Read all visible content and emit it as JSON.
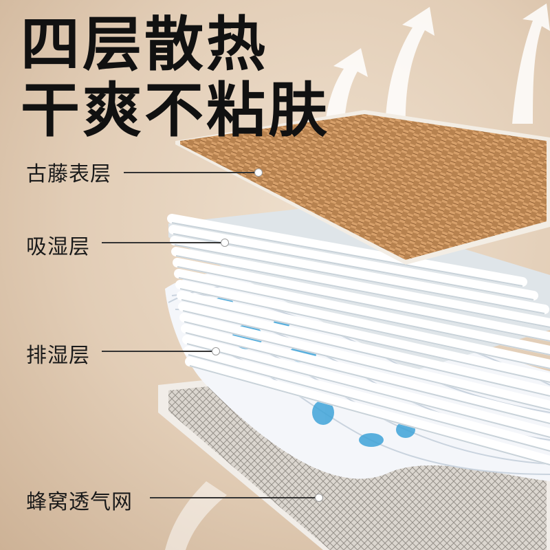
{
  "headline": {
    "line1": "四层散热",
    "line2": "干爽不粘肤"
  },
  "layers": [
    {
      "label": "古藤表层"
    },
    {
      "label": "吸湿层"
    },
    {
      "label": "排湿层"
    },
    {
      "label": "蜂窝透气网"
    }
  ],
  "colors": {
    "background": "#e2cdb6",
    "rattan": "#c08a55",
    "text": "#111111",
    "accent_blue": "#3fa3d8"
  }
}
